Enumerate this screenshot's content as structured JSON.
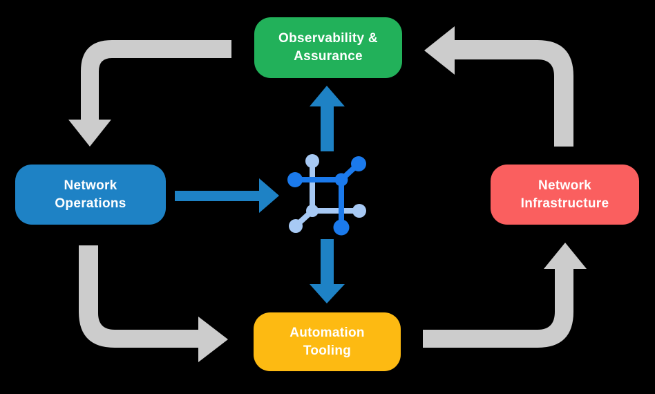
{
  "diagram": {
    "background_color": "#000000",
    "nodes": [
      {
        "id": "observability-assurance",
        "label": "Observability & Assurance",
        "lines": [
          "Observability &",
          "Assurance"
        ],
        "color": "#22B15A",
        "position": "top"
      },
      {
        "id": "network-operations",
        "label": "Network Operations",
        "lines": [
          "Network",
          "Operations"
        ],
        "color": "#1E82C5",
        "position": "left"
      },
      {
        "id": "network-infrastructure",
        "label": "Network Infrastructure",
        "lines": [
          "Network",
          "Infrastructure"
        ],
        "color": "#FA5F5F",
        "position": "right"
      },
      {
        "id": "automation-tooling",
        "label": "Automation Tooling",
        "lines": [
          "Automation",
          "Tooling"
        ],
        "color": "#FDBA12",
        "position": "bottom"
      }
    ],
    "center_icon": {
      "name": "network-mesh-icon",
      "primary_color": "#1B7AEC",
      "secondary_color": "#A7C9F4"
    },
    "cycle_arrows": {
      "color": "#CCCCCC",
      "edges": [
        {
          "from": "observability-assurance",
          "to": "network-operations"
        },
        {
          "from": "network-operations",
          "to": "automation-tooling"
        },
        {
          "from": "automation-tooling",
          "to": "network-infrastructure"
        },
        {
          "from": "network-infrastructure",
          "to": "observability-assurance"
        }
      ]
    },
    "hub_arrows": {
      "color": "#1E82C5",
      "edges": [
        {
          "from": "network-operations",
          "to": "center-icon"
        },
        {
          "from": "center-icon",
          "to": "observability-assurance"
        },
        {
          "from": "center-icon",
          "to": "automation-tooling"
        }
      ]
    }
  }
}
